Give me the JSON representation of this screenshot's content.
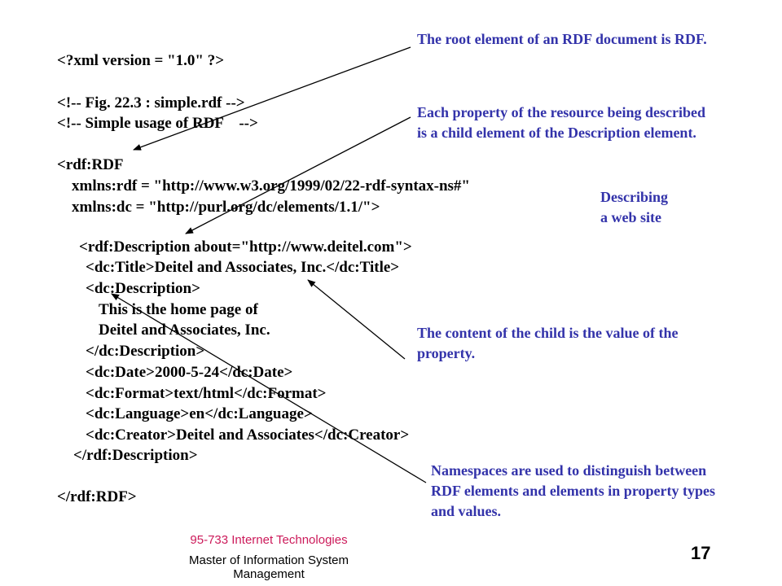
{
  "code": {
    "xml_decl": "<?xml version = \"1.0\" ?>",
    "comment_fig": "<!-- Fig. 22.3 : simple.rdf -->",
    "comment_usage": "<!-- Simple usage of RDF    -->",
    "rdf_open": "<rdf:RDF",
    "xmlns_rdf": "xmlns:rdf = \"http://www.w3.org/1999/02/22-rdf-syntax-ns#\"",
    "xmlns_dc": "xmlns:dc = \"http://purl.org/dc/elements/1.1/\">",
    "desc_open": "<rdf:Description about=\"http://www.deitel.com\">",
    "title": "<dc:Title>Deitel and Associates, Inc.</dc:Title>",
    "dc_desc_open": "<dc:Description>",
    "desc_text_1": "This is the home page of",
    "desc_text_2": "Deitel and Associates, Inc.",
    "dc_desc_close": "</dc:Description>",
    "date": "<dc:Date>2000-5-24</dc:Date>",
    "format": "<dc:Format>text/html</dc:Format>",
    "language": "<dc:Language>en</dc:Language>",
    "creator": "<dc:Creator>Deitel and Associates</dc:Creator>",
    "desc_close": "</rdf:Description>",
    "rdf_close": "</rdf:RDF>"
  },
  "annotations": {
    "root": "The root element of an RDF document is RDF.",
    "property": "Each property of the resource being described\nis a child element of the Description element.",
    "describing": "Describing\na web site",
    "content": "The content of the child is the value of the\nproperty.",
    "namespaces": "Namespaces are used to distinguish between\nRDF elements and elements in property types\nand values."
  },
  "footer": {
    "course": "95-733 Internet Technologies",
    "program": "Master of Information System\nManagement",
    "page_number": "17"
  },
  "colors": {
    "annotation_text": "#3333aa",
    "course_text": "#cc1a5a",
    "arrow": "#000000"
  }
}
